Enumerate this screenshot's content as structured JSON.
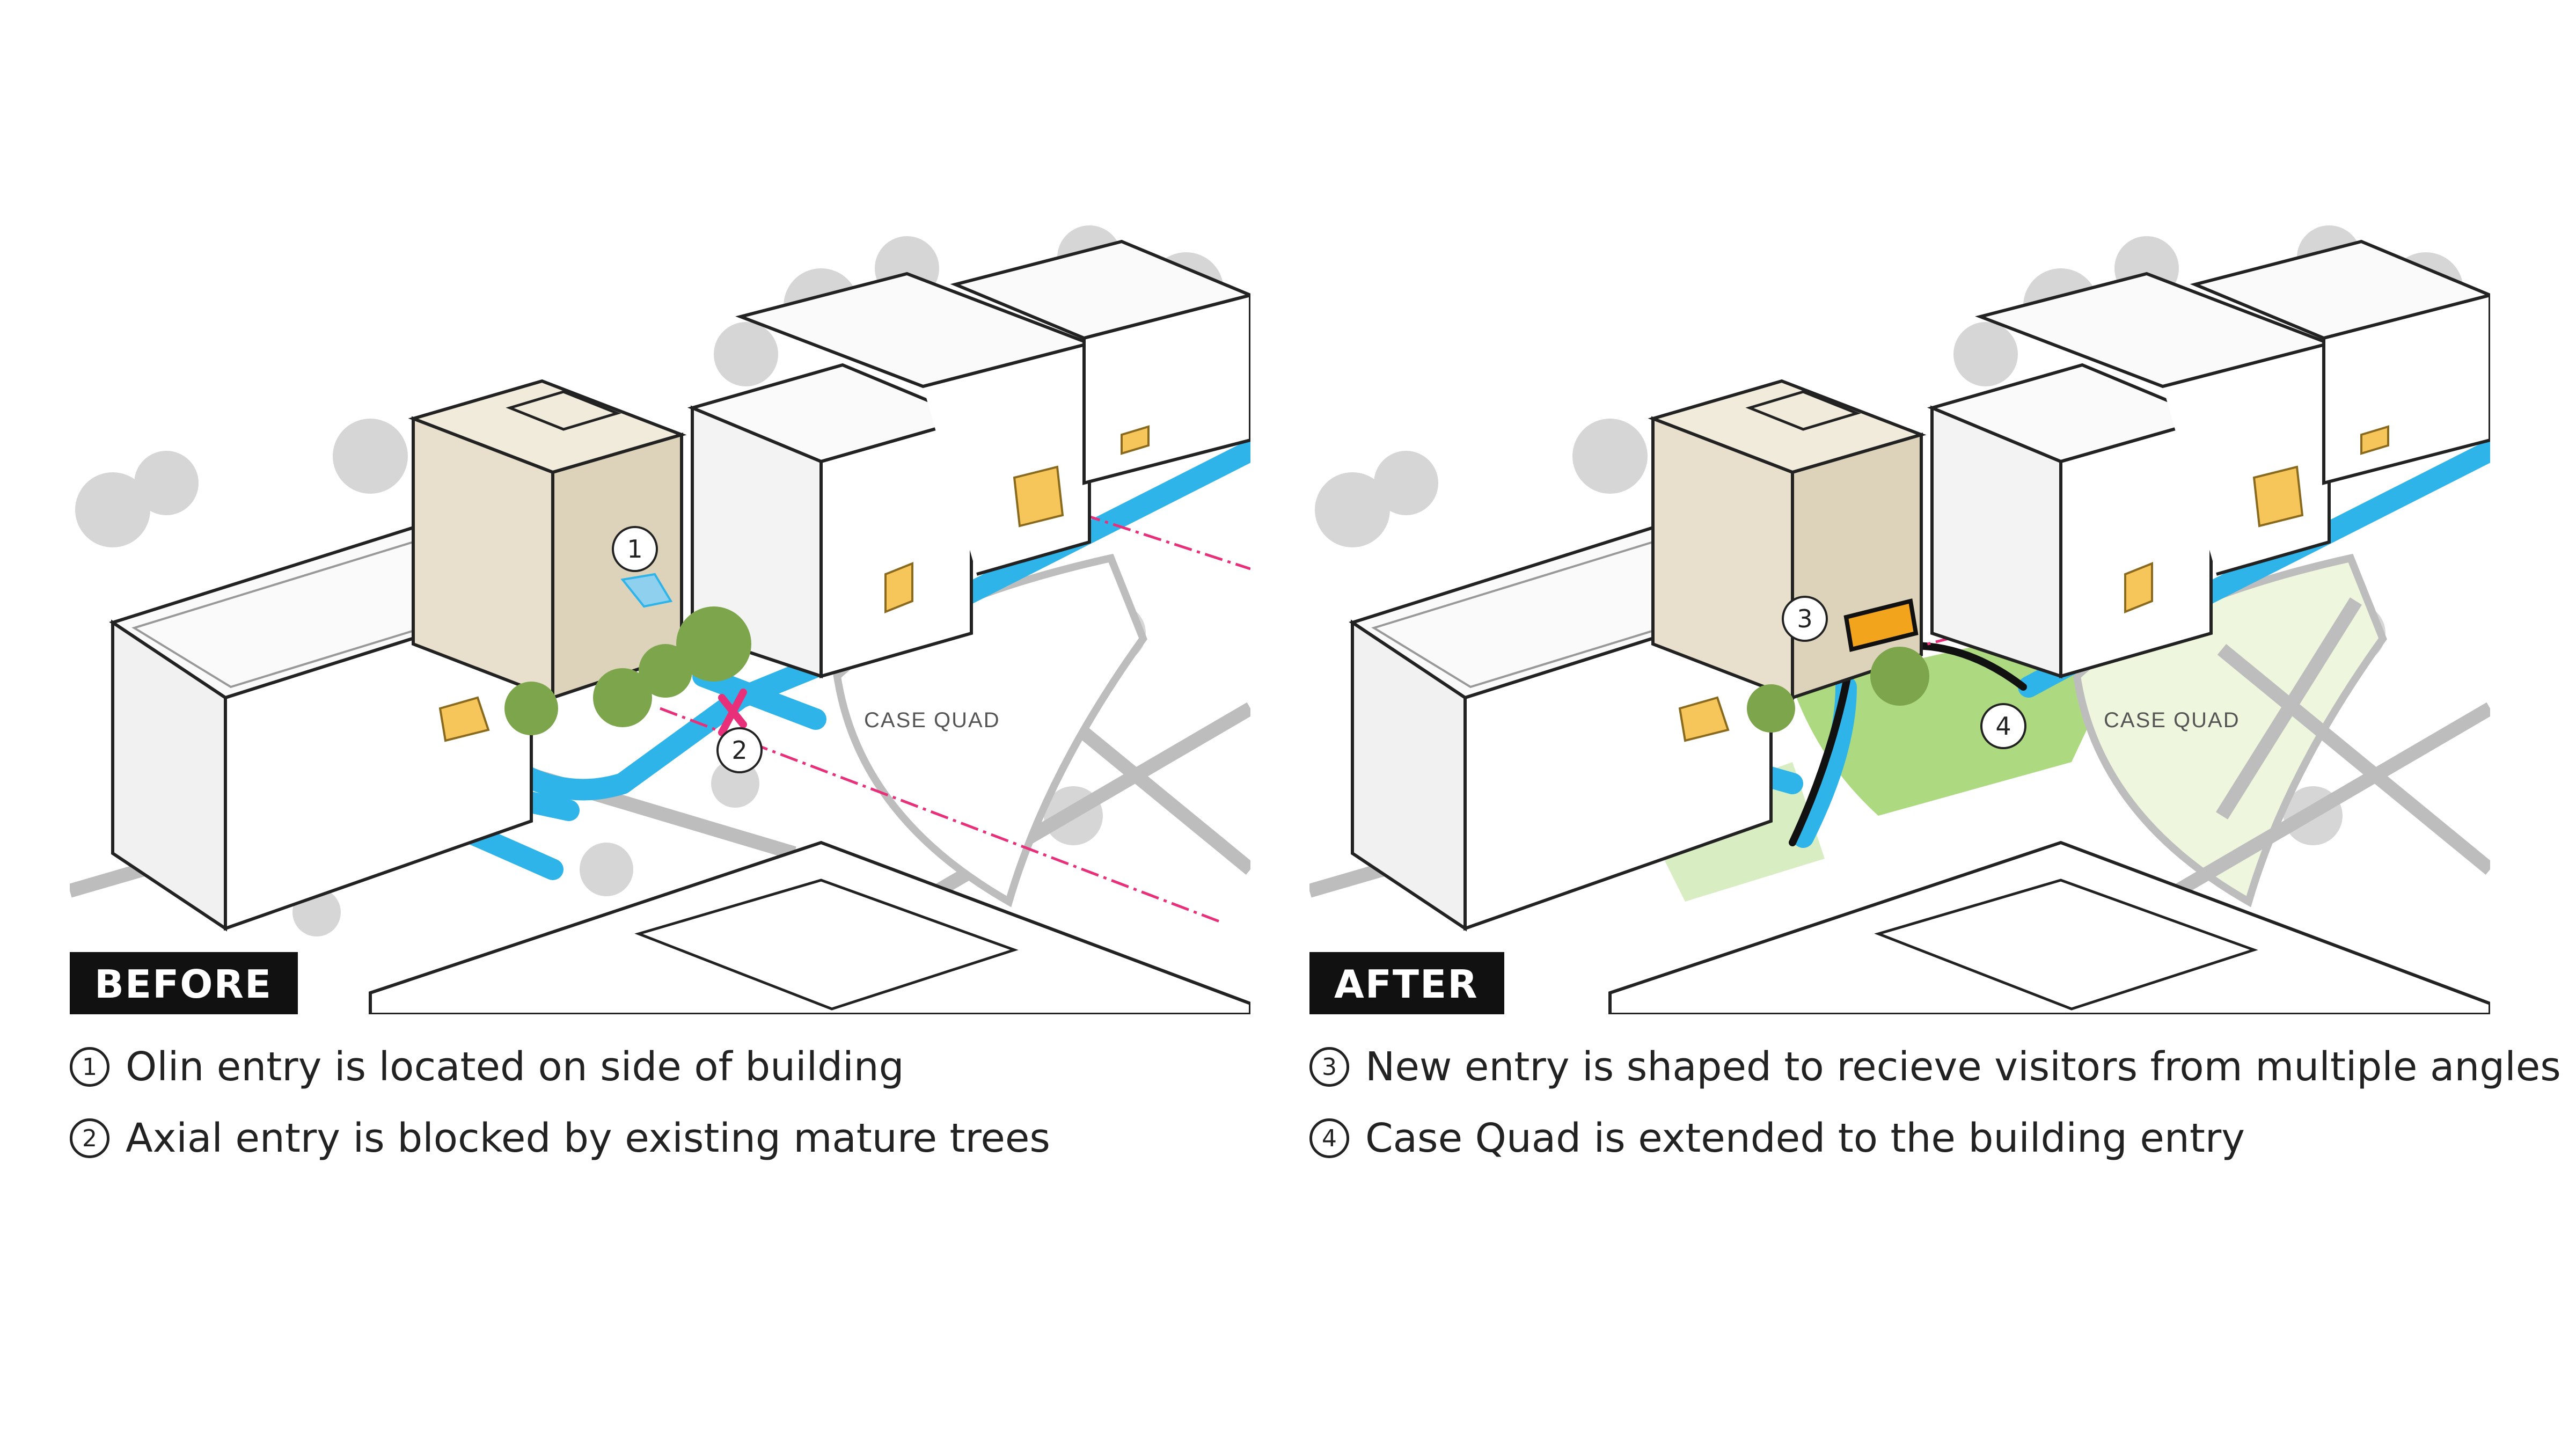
{
  "panels": {
    "before": {
      "tag": "BEFORE",
      "quad_label": "CASE QUAD",
      "markers": [
        "1",
        "2"
      ]
    },
    "after": {
      "tag": "AFTER",
      "quad_label": "CASE QUAD",
      "markers": [
        "3",
        "4"
      ]
    }
  },
  "captions": [
    {
      "num": "1",
      "text": "Olin entry is located on side of building"
    },
    {
      "num": "2",
      "text": "Axial entry is blocked by existing mature trees"
    },
    {
      "num": "3",
      "text": "New entry is shaped to recieve visitors from multiple angles"
    },
    {
      "num": "4",
      "text": "Case Quad is extended to the building entry"
    }
  ],
  "colors": {
    "path_blue": "#2fb4e9",
    "entry_yellow": "#f7c65b",
    "olin_beige": "#e8e0cc",
    "axis_pink": "#e8307a",
    "lawn_green": "#9fd36b",
    "tree_gray": "#cfcfcf"
  }
}
